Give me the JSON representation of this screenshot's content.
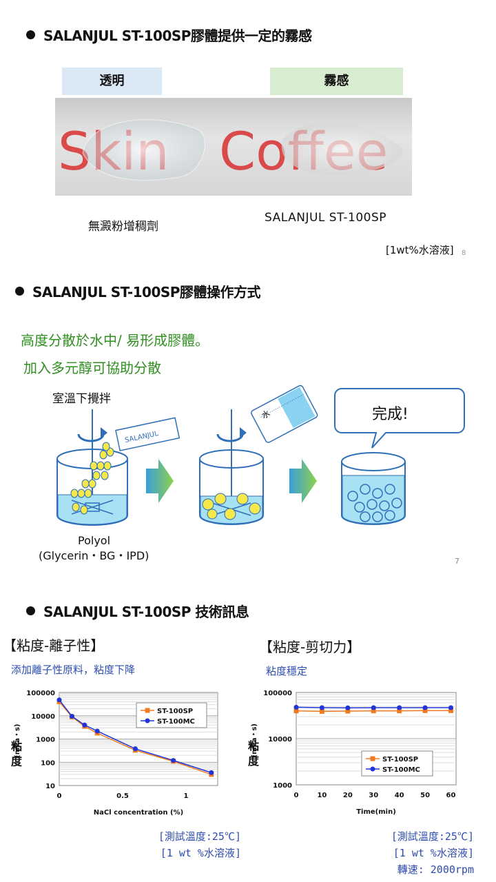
{
  "section1": {
    "heading": "SALANJUL ST-100SP膠體提供一定的霧感",
    "label_clear": "透明",
    "label_matte": "霧感",
    "photo_text_left": "Skin",
    "photo_text_right": "Coffee",
    "caption_left": "無澱粉增稠劑",
    "caption_right": "SALANJUL ST-100SP",
    "note": "[1wt%水溶液]",
    "page_no": "8"
  },
  "section2": {
    "heading": "SALANJUL ST-100SP膠體操作方式",
    "line1": "高度分散於水中/ 易形成膠體。",
    "line2": "加入多元醇可協助分散",
    "stir_label": "室溫下攪拌",
    "bag_label": "SALANJUL",
    "water_label": "水",
    "done_label": "完成!",
    "polyol": "Polyol",
    "polyol_detail": "(Glycerin・BG・IPD)",
    "page_no": "7"
  },
  "section3": {
    "heading": "SALANJUL ST-100SP 技術訊息",
    "left_title": "【粘度-離子性】",
    "left_sub": "添加離子性原料，粘度下降",
    "right_title": "【粘度-剪切力】",
    "right_sub": "粘度穩定",
    "left_note_1": "[測試溫度:25℃]",
    "left_note_2": "[1 wt %水溶液]",
    "right_note_1": "[測試溫度:25℃]",
    "right_note_2": "[1 wt %水溶液]",
    "right_note_3": "轉速: 2000rpm"
  },
  "colors": {
    "sp": "#f07b20",
    "mc": "#1f35d9",
    "clear_box": "#dbe8f5",
    "matte_box": "#d8ecd2",
    "green": "#2f8f1f",
    "note_blue": "#2d4db0"
  },
  "chart_data": [
    {
      "type": "line",
      "xlabel": "NaCl concentration  (%)",
      "ylabel_unit": "(mPa・s)",
      "ylabel": "粘度",
      "yscale": "log",
      "xlim": [
        0,
        1.25
      ],
      "ylim": [
        10,
        100000
      ],
      "xticks": [
        "0",
        "0.5",
        "1"
      ],
      "yticks": [
        "10",
        "100",
        "1000",
        "10000",
        "100000"
      ],
      "legend": "top-right",
      "series": [
        {
          "name": "ST-100SP",
          "marker": "square",
          "x": [
            0,
            0.1,
            0.2,
            0.3,
            0.6,
            0.9,
            1.2
          ],
          "values": [
            40000,
            9000,
            3500,
            1800,
            330,
            110,
            30
          ]
        },
        {
          "name": "ST-100MC",
          "marker": "circle",
          "x": [
            0,
            0.1,
            0.2,
            0.3,
            0.6,
            0.9,
            1.2
          ],
          "values": [
            48000,
            9500,
            4000,
            2200,
            380,
            120,
            36
          ]
        }
      ]
    },
    {
      "type": "line",
      "xlabel": "Time(min)",
      "ylabel_unit": "(mPa・s)",
      "ylabel": "粘度",
      "yscale": "log",
      "xlim": [
        0,
        62
      ],
      "ylim": [
        1000,
        100000
      ],
      "xticks": [
        "0",
        "10",
        "20",
        "30",
        "40",
        "50",
        "60"
      ],
      "yticks": [
        "1000",
        "10000",
        "100000"
      ],
      "legend": "bottom-right",
      "series": [
        {
          "name": "ST-100SP",
          "marker": "square",
          "x": [
            0,
            10,
            20,
            30,
            40,
            50,
            60
          ],
          "values": [
            40000,
            39000,
            39500,
            40000,
            40000,
            40500,
            40500
          ]
        },
        {
          "name": "ST-100MC",
          "marker": "circle",
          "x": [
            0,
            10,
            20,
            30,
            40,
            50,
            60
          ],
          "values": [
            48000,
            47000,
            46500,
            47000,
            47000,
            47000,
            47000
          ]
        }
      ]
    }
  ]
}
